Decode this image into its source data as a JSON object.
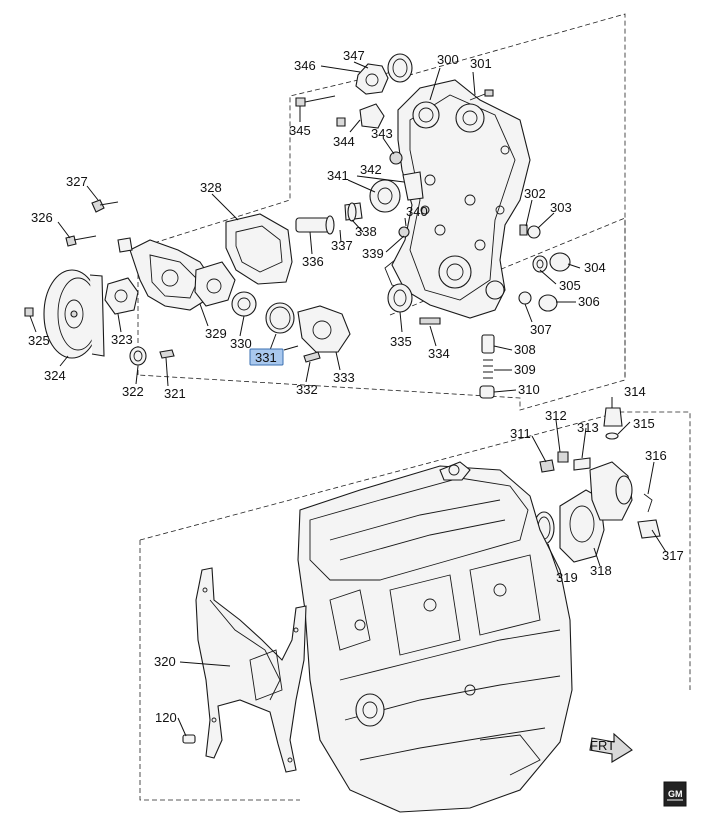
{
  "callouts": [
    {
      "id": "346",
      "text": "346"
    },
    {
      "id": "347",
      "text": "347"
    },
    {
      "id": "300",
      "text": "300"
    },
    {
      "id": "301",
      "text": "301"
    },
    {
      "id": "345",
      "text": "345"
    },
    {
      "id": "344",
      "text": "344"
    },
    {
      "id": "343",
      "text": "343"
    },
    {
      "id": "342",
      "text": "342"
    },
    {
      "id": "341",
      "text": "341"
    },
    {
      "id": "340",
      "text": "340"
    },
    {
      "id": "339",
      "text": "339"
    },
    {
      "id": "338",
      "text": "338"
    },
    {
      "id": "337",
      "text": "337"
    },
    {
      "id": "336",
      "text": "336"
    },
    {
      "id": "302",
      "text": "302"
    },
    {
      "id": "303",
      "text": "303"
    },
    {
      "id": "304",
      "text": "304"
    },
    {
      "id": "305",
      "text": "305"
    },
    {
      "id": "306",
      "text": "306"
    },
    {
      "id": "307",
      "text": "307"
    },
    {
      "id": "308",
      "text": "308"
    },
    {
      "id": "309",
      "text": "309"
    },
    {
      "id": "310",
      "text": "310"
    },
    {
      "id": "335",
      "text": "335"
    },
    {
      "id": "334",
      "text": "334"
    },
    {
      "id": "327",
      "text": "327"
    },
    {
      "id": "328",
      "text": "328"
    },
    {
      "id": "326",
      "text": "326"
    },
    {
      "id": "325",
      "text": "325"
    },
    {
      "id": "324",
      "text": "324"
    },
    {
      "id": "323",
      "text": "323"
    },
    {
      "id": "322",
      "text": "322"
    },
    {
      "id": "321",
      "text": "321"
    },
    {
      "id": "329",
      "text": "329"
    },
    {
      "id": "330",
      "text": "330"
    },
    {
      "id": "331",
      "text": "331"
    },
    {
      "id": "332",
      "text": "332"
    },
    {
      "id": "333",
      "text": "333"
    },
    {
      "id": "314",
      "text": "314"
    },
    {
      "id": "312",
      "text": "312"
    },
    {
      "id": "313",
      "text": "313"
    },
    {
      "id": "315",
      "text": "315"
    },
    {
      "id": "311",
      "text": "311"
    },
    {
      "id": "316",
      "text": "316"
    },
    {
      "id": "317",
      "text": "317"
    },
    {
      "id": "318",
      "text": "318"
    },
    {
      "id": "319",
      "text": "319"
    },
    {
      "id": "320",
      "text": "320"
    },
    {
      "id": "120",
      "text": "120"
    }
  ],
  "highlighted_callout": "331",
  "front_arrow_label": "FRT",
  "logo_text": "GM"
}
